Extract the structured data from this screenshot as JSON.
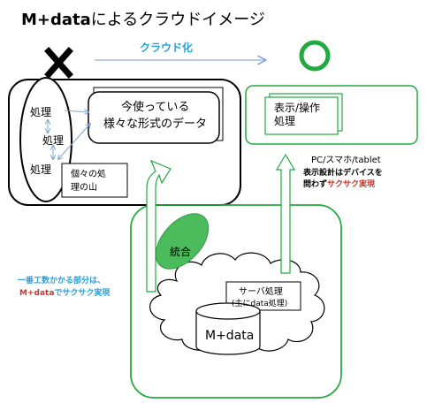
{
  "title": {
    "prefix": "M+data",
    "suffix": "によるクラウドイメージ"
  },
  "arrow_label": "クラウド化",
  "marks": {
    "cross": "×",
    "circle": "○"
  },
  "legacy": {
    "process_labels": [
      "処理",
      "処理",
      "処理"
    ],
    "data_box": [
      "今使っている",
      "様々な形式のデータ"
    ],
    "mountain": [
      "個々の処",
      "理の山"
    ]
  },
  "device": {
    "box_label": [
      "表示/操作",
      "処理"
    ]
  },
  "device_note": {
    "line1": "PC/スマホ/tablet",
    "line2": "表示設計はデバイスを",
    "line3_part1": "問わず",
    "line3_part2": "サクサク実現"
  },
  "left_note": {
    "line1": "一番工数かかる部分は、",
    "line2_part1": "M+data",
    "line2_part2": "でサクサク実現"
  },
  "cloud": {
    "integration": "統合",
    "server_box": [
      "サーバ処理",
      "(主にdata処理)"
    ],
    "db_label": "M+data"
  },
  "colors": {
    "green": "#22a940",
    "blue_label": "#2aa0d8",
    "red": "#c0392b",
    "ellipse_fill": "#4cbb5c",
    "arrow_blue": "#8ab0d8"
  }
}
